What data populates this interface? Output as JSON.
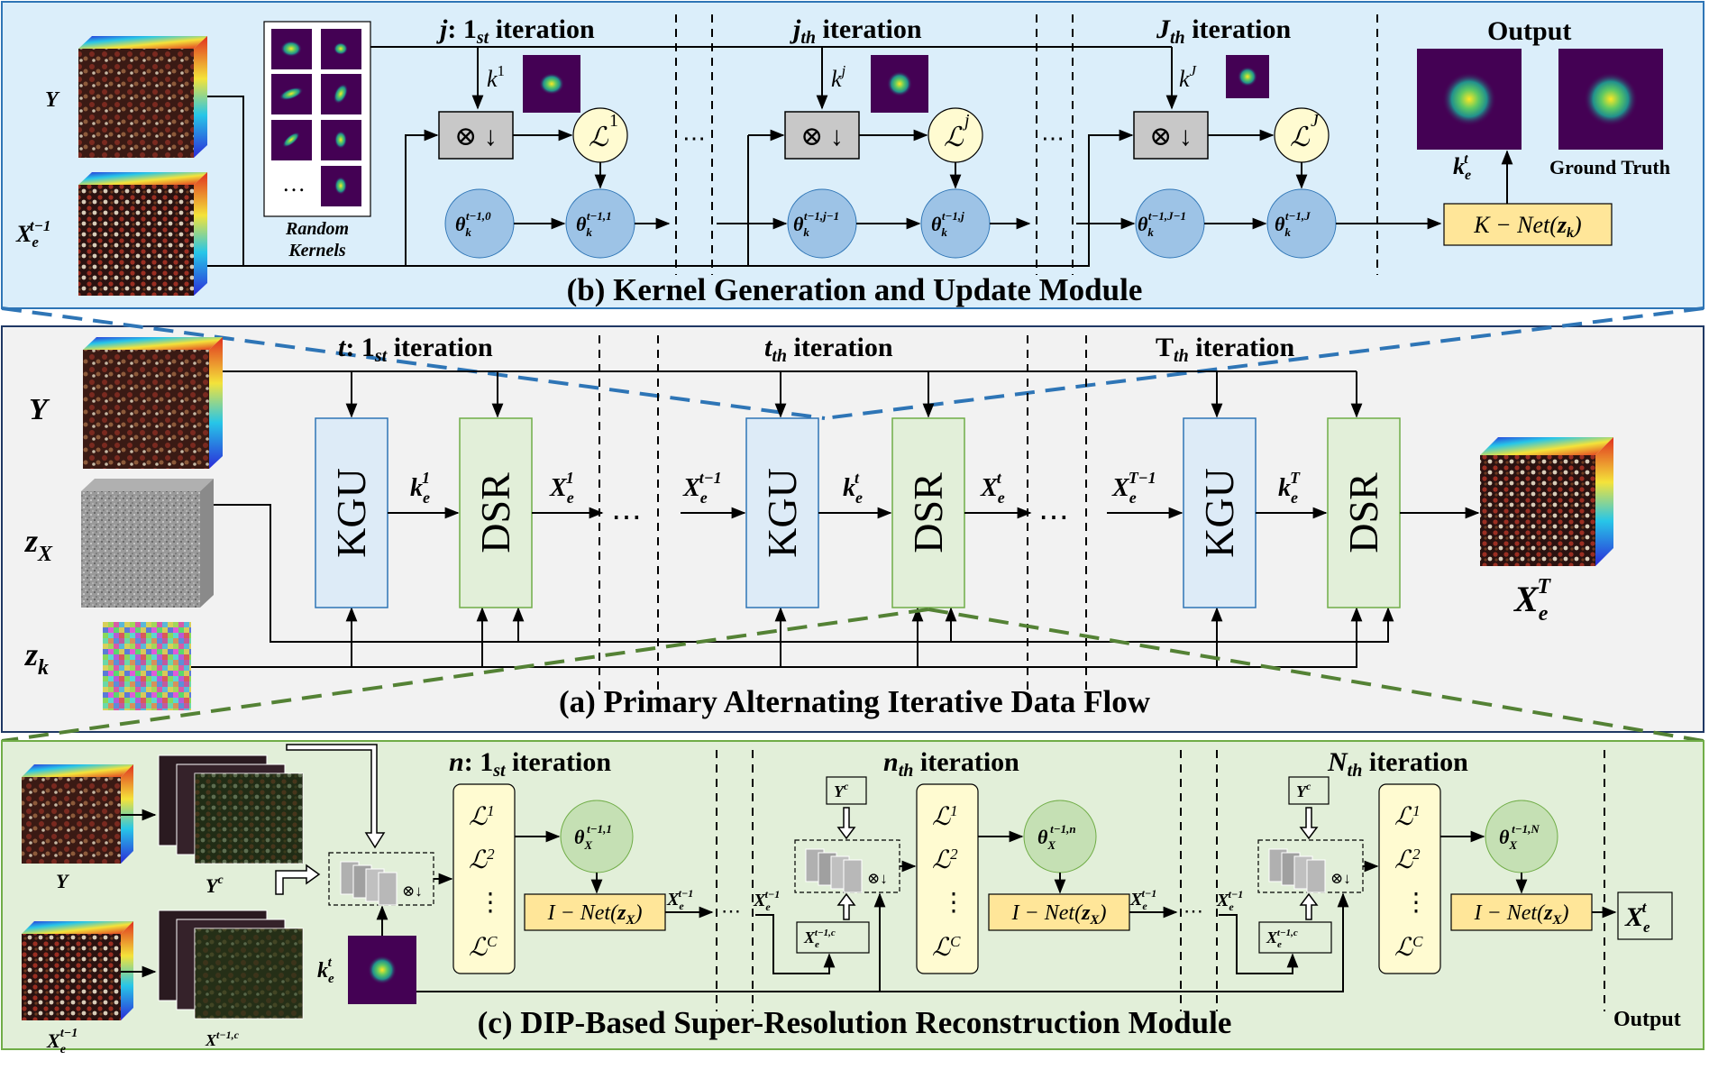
{
  "panel_b": {
    "title": "(b) Kernel Generation and Update Module",
    "inputs": [
      "Y",
      "X",
      "e",
      "t−1"
    ],
    "random_kernels": [
      "Random",
      "Kernels"
    ],
    "dots": "…",
    "iterations": [
      {
        "index": "j",
        "sep": ": ",
        "num": "1",
        "sub": "st",
        "word": "iteration",
        "k": "k",
        "ksup": "1",
        "L": "ℒ",
        "Lsup": "1",
        "theta_in": "t−1,0",
        "theta_out": "t−1,1"
      },
      {
        "index": "",
        "sep": "",
        "num": "j",
        "sub": "th",
        "word": "iteration",
        "k": "k",
        "ksup": "j",
        "L": "ℒ",
        "Lsup": "j",
        "theta_in": "t−1,j−1",
        "theta_out": "t−1,j"
      },
      {
        "index": "",
        "sep": "",
        "num": "J",
        "sub": "th",
        "word": "iteration",
        "k": "k",
        "ksup": "J",
        "L": "ℒ",
        "Lsup": "J",
        "theta_in": "t−1,J−1",
        "theta_out": "t−1,J"
      }
    ],
    "conv_symbol": "⊗ ↓",
    "theta": "θ",
    "theta_sub": "k",
    "knet": "K − Net(",
    "knet_z": "z",
    "knet_zsub": "k",
    "knet_close": ")",
    "output_title": "Output",
    "output_k": "k",
    "output_k_sub": "e",
    "output_k_sup": "t",
    "ground_truth": "Ground Truth",
    "hdots": "⋯"
  },
  "panel_a": {
    "title": "(a) Primary Alternating Iterative Data Flow",
    "inputs": {
      "Y": "Y",
      "zX": "z",
      "zX_sub": "X",
      "zk": "z",
      "zk_sub": "k"
    },
    "iterations": [
      {
        "head_idx": "t",
        "head_sep": ": ",
        "head_num": "1",
        "head_sub": "st",
        "head_word": "iteration",
        "in": "",
        "in_sup": "",
        "k_sup": "1",
        "x_sup": "1"
      },
      {
        "head_idx": "",
        "head_sep": "",
        "head_num": "t",
        "head_sub": "th",
        "head_word": "iteration",
        "in": "X",
        "in_sup": "t−1",
        "k_sup": "t",
        "x_sup": "t"
      },
      {
        "head_idx": "",
        "head_sep": "",
        "head_num": "T",
        "head_sub": "th",
        "head_word": "iteration",
        "in": "X",
        "in_sup": "T−1",
        "k_sup": "T",
        "x_sup": ""
      }
    ],
    "kgu": "KGU",
    "dsr": "DSR",
    "k": "k",
    "e": "e",
    "X": "X",
    "dots": "⋯",
    "output": "X",
    "output_sub": "e",
    "output_sup": "T"
  },
  "panel_c": {
    "title": "(c) DIP-Based Super-Resolution Reconstruction Module",
    "inputs": {
      "Y": "Y",
      "Yc": "Y",
      "Yc_sup": "c",
      "X": "X",
      "X_sub": "e",
      "X_sup": "t−1",
      "Xc": "X",
      "Xc_sup": "t−1,c",
      "k": "k",
      "k_sub": "e",
      "k_sup": "t"
    },
    "iterations": [
      {
        "idx": "n",
        "sep": ": ",
        "num": "1",
        "sub": "st",
        "word": "iteration",
        "theta_sup": "t−1,1"
      },
      {
        "idx": "",
        "sep": "",
        "num": "n",
        "sub": "th",
        "word": "iteration",
        "theta_sup": "t−1,n"
      },
      {
        "idx": "",
        "sep": "",
        "num": "N",
        "sub": "th",
        "word": "iteration",
        "theta_sup": "t−1,N"
      }
    ],
    "loss_list": [
      "ℒ",
      "ℒ",
      "⋮",
      "ℒ"
    ],
    "loss_sup": [
      "1",
      "2",
      "",
      "C"
    ],
    "theta": "θ",
    "theta_sub": "X",
    "inet": "I − Net(",
    "inet_z": "z",
    "inet_zsub": "X",
    "inet_close": ")",
    "xe": "X",
    "xe_sub": "e",
    "xe_sup": "t−1",
    "yc_box": "Y",
    "yc_box_sup": "c",
    "xc_box": "X",
    "xc_box_sup": "t−1,c",
    "xc_box_sub": "e",
    "conv": "⊗↓",
    "out": "X",
    "out_sub": "e",
    "out_sup": "t",
    "output_label": "Output",
    "dots": "⋯"
  },
  "colors": {
    "panel_b_bg": "#dbeefa",
    "panel_b_border": "#2e75b6",
    "panel_a_bg": "#f2f2f2",
    "panel_a_border": "#1f3864",
    "panel_c_bg": "#e2efd9",
    "panel_c_border": "#70ad47",
    "kgu_fill": "#ddebf7",
    "dsr_fill": "#e2efd9",
    "theta_b": "#9dc3e6",
    "theta_c": "#c5e0b4",
    "loss_fill": "#fffbd1",
    "net_fill": "#ffe699",
    "conv_fill": "#c8c8c8"
  }
}
